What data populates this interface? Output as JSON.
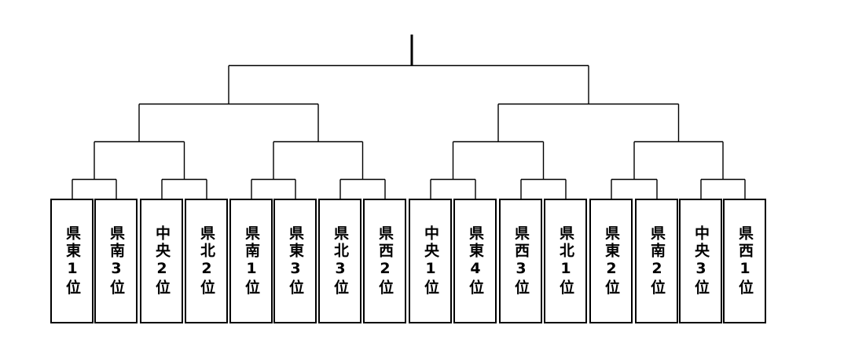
{
  "bracket": {
    "description": "16-slot single-elimination tournament bracket",
    "teams": [
      {
        "label": "県東1位"
      },
      {
        "label": "県南3位"
      },
      {
        "label": "中央2位"
      },
      {
        "label": "県北2位"
      },
      {
        "label": "県南1位"
      },
      {
        "label": "県東3位"
      },
      {
        "label": "県北3位"
      },
      {
        "label": "県西2位"
      },
      {
        "label": "中央1位"
      },
      {
        "label": "県東4位"
      },
      {
        "label": "県西3位"
      },
      {
        "label": "県北1位"
      },
      {
        "label": "県東2位"
      },
      {
        "label": "県南2位"
      },
      {
        "label": "中央3位"
      },
      {
        "label": "県西1位"
      }
    ],
    "round1_pairs": [
      [
        0,
        1
      ],
      [
        2,
        3
      ],
      [
        4,
        5
      ],
      [
        6,
        7
      ],
      [
        8,
        9
      ],
      [
        10,
        11
      ],
      [
        12,
        13
      ],
      [
        14,
        15
      ]
    ],
    "quarterfinal_pairs": [
      [
        0,
        1
      ],
      [
        2,
        3
      ],
      [
        4,
        5
      ],
      [
        6,
        7
      ]
    ],
    "semifinal_pairs": [
      [
        0,
        1
      ],
      [
        2,
        3
      ]
    ],
    "colors": {
      "line": "#000000",
      "box_border": "#000000",
      "text": "#000000",
      "background": "#ffffff"
    }
  }
}
